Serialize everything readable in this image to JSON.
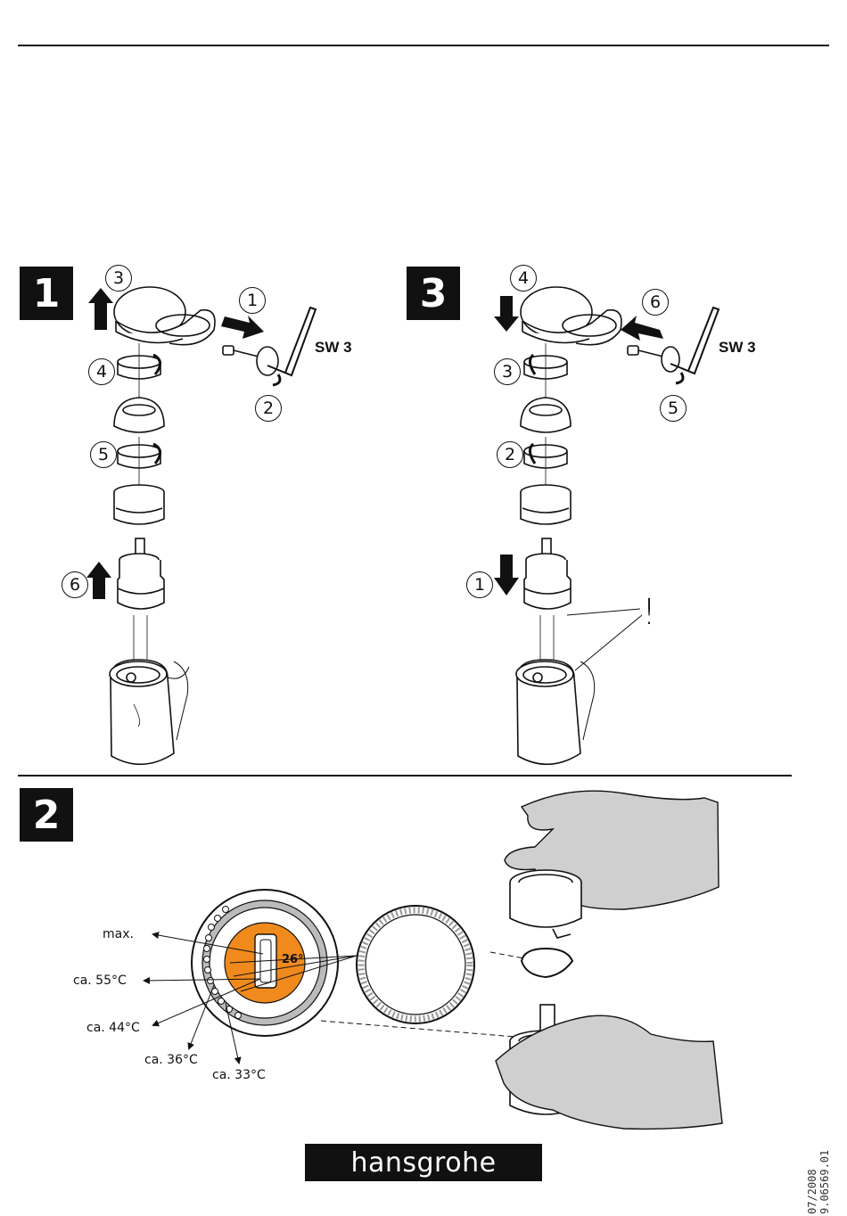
{
  "steps": {
    "one": "1",
    "two": "2",
    "three": "3"
  },
  "step1": {
    "labels": [
      "3",
      "1",
      "4",
      "2",
      "5",
      "6"
    ],
    "tool": "SW 3"
  },
  "step3": {
    "labels": [
      "4",
      "6",
      "3",
      "5",
      "2",
      "1"
    ],
    "tool": "SW 3",
    "warning": "!"
  },
  "step2": {
    "temps": [
      "max.",
      "ca. 55°C",
      "ca. 44°C",
      "ca. 36°C",
      "ca. 33°C"
    ],
    "dial_value": "26°"
  },
  "brand": "hansgrohe",
  "footer": {
    "date": "07/2008",
    "doc_number": "9.06569.01"
  },
  "colors": {
    "accent": "#f08a1c",
    "ink": "#111111"
  }
}
